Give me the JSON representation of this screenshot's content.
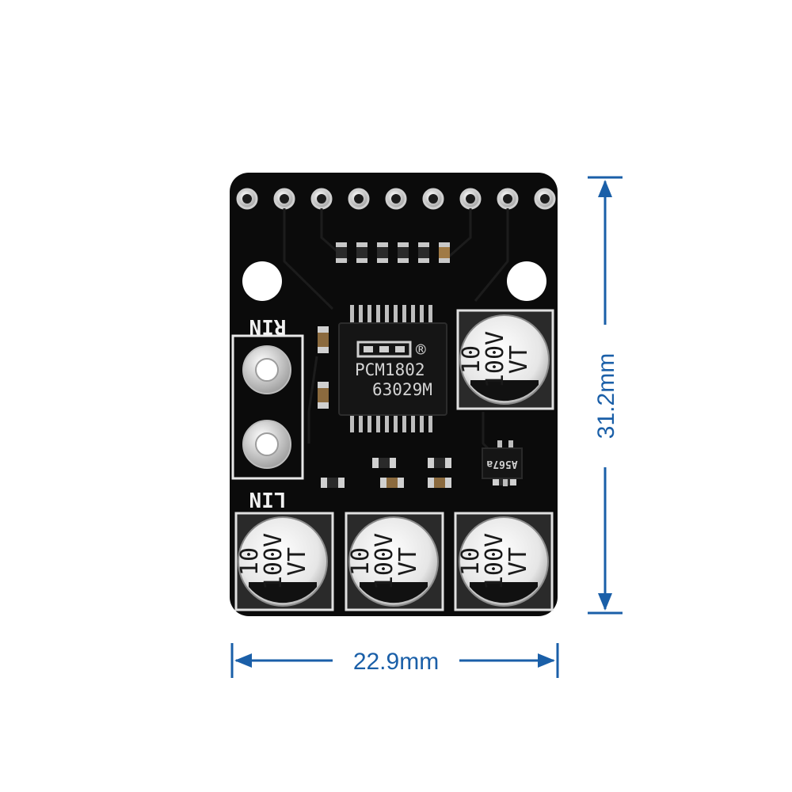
{
  "dimensions": {
    "width_label": "22.9mm",
    "height_label": "31.2mm",
    "color": "#1a5fa8"
  },
  "board": {
    "color": "#0b0b0b",
    "pin_count": 9,
    "labels": {
      "right_input": "RIN",
      "left_input": "LIN"
    },
    "chip": {
      "line1": "PCM1802",
      "line2": "63029M",
      "logo_mark": "®"
    },
    "regulator_marking": "A567a",
    "capacitor_marking": {
      "value": "10",
      "voltage": "100V",
      "series": "VT"
    },
    "capacitor_count": 4
  }
}
